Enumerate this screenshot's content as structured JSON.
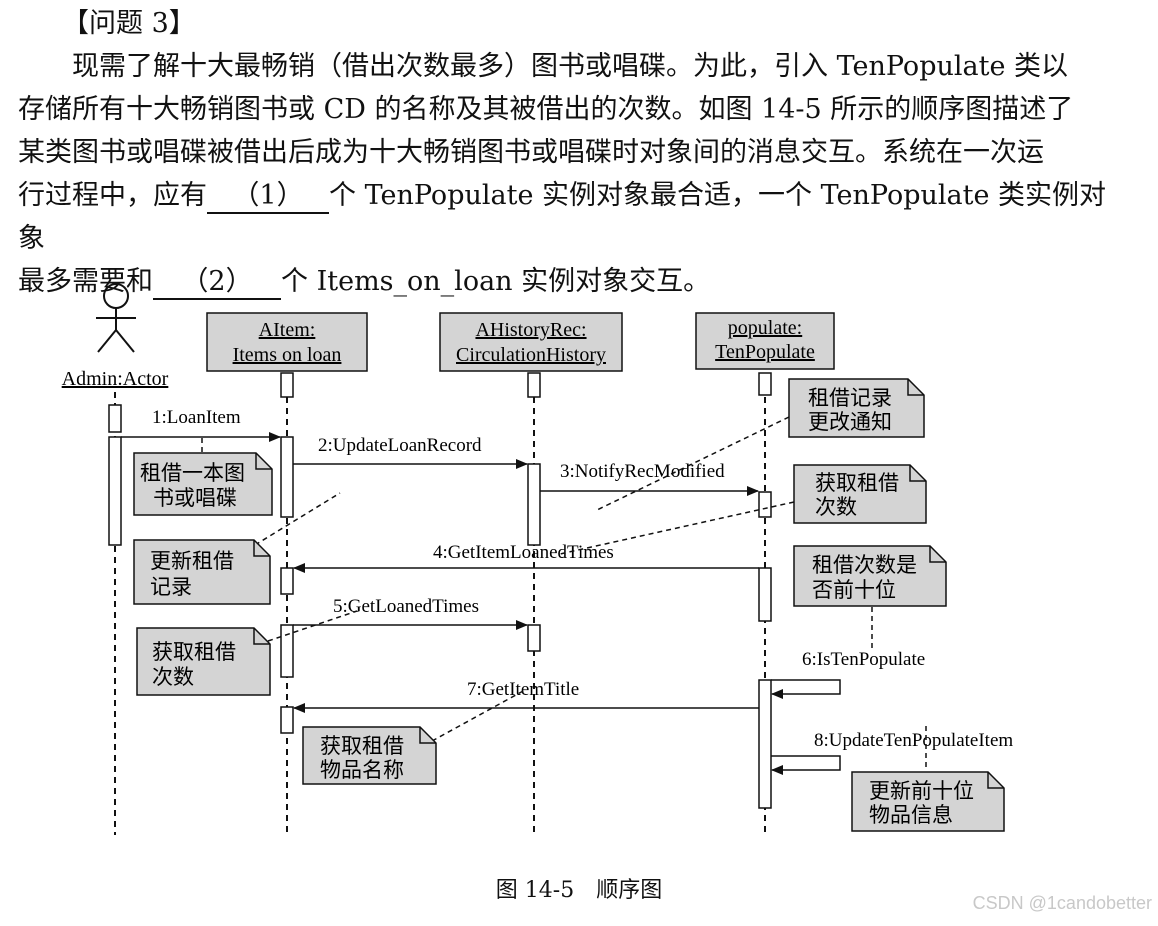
{
  "question": {
    "heading": "【问题 3】",
    "line1": "现需了解十大最畅销（借出次数最多）图书或唱碟。为此，引入 TenPopulate 类以",
    "line2": "存储所有十大畅销图书或 CD 的名称及其被借出的次数。如图 14-5 所示的顺序图描述了",
    "line3": "某类图书或唱碟被借出后成为十大畅销图书或唱碟时对象间的消息交互。系统在一次运",
    "line4_a": "行过程中，应有",
    "blank1": "（1）",
    "line4_b": "个 TenPopulate 实例对象最合适，一个 TenPopulate 类实例对象",
    "line5_a": "最多需要和",
    "blank2": "（2）",
    "line5_b": "个 Items_on_loan 实例对象交互。"
  },
  "diagram": {
    "actor_label": "Admin:Actor",
    "lifelines": [
      {
        "line1": "AItem:",
        "line2": "Items on loan"
      },
      {
        "line1": "AHistoryRec:",
        "line2": "CirculationHistory"
      },
      {
        "line1": "populate:",
        "line2": "TenPopulate"
      }
    ],
    "messages": [
      "1:LoanItem",
      "2:UpdateLoanRecord",
      "3:NotifyRecModified",
      "4:GetItemLoanedTimes",
      "5:GetLoanedTimes",
      "6:IsTenPopulate",
      "7:GetItemTitle",
      "8:UpdateTenPopulateItem"
    ],
    "notes": [
      {
        "line1": "租借一本图",
        "line2": "书或唱碟"
      },
      {
        "line1": "更新租借",
        "line2": "记录"
      },
      {
        "line1": "获取租借",
        "line2": "次数"
      },
      {
        "line1": "获取租借",
        "line2": "物品名称"
      },
      {
        "line1": "租借记录",
        "line2": "更改通知"
      },
      {
        "line1": "获取租借",
        "line2": "次数"
      },
      {
        "line1": "租借次数是",
        "line2": "否前十位"
      },
      {
        "line1": "更新前十位",
        "line2": "物品信息"
      }
    ],
    "caption": "图 14-5　顺序图"
  },
  "watermark": "CSDN @1candobetter",
  "colors": {
    "note_fill": "#d4d4d4",
    "object_fill": "#d4d4d4",
    "line": "#111111"
  }
}
